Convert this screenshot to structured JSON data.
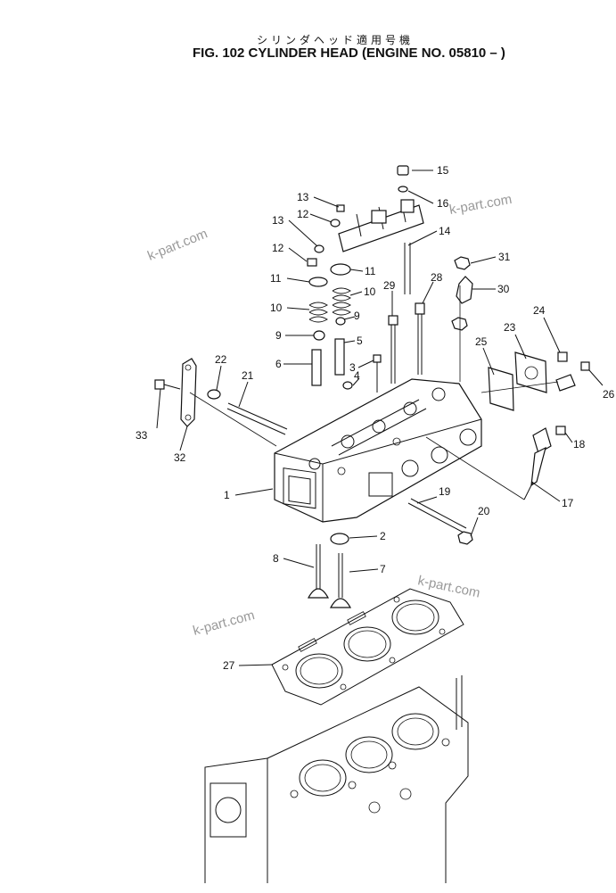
{
  "header": {
    "japanese_title": "シリンダヘッド適用号機",
    "figure_title": "FIG. 102 CYLINDER HEAD (ENGINE NO. 05810 – )"
  },
  "watermark": "k-part.com",
  "callouts": [
    "1",
    "2",
    "3",
    "4",
    "5",
    "6",
    "7",
    "8",
    "9",
    "9",
    "10",
    "10",
    "11",
    "11",
    "12",
    "12",
    "13",
    "13",
    "14",
    "15",
    "16",
    "17",
    "18",
    "19",
    "20",
    "21",
    "22",
    "23",
    "24",
    "25",
    "26",
    "27",
    "28",
    "29",
    "30",
    "31",
    "32",
    "33"
  ]
}
